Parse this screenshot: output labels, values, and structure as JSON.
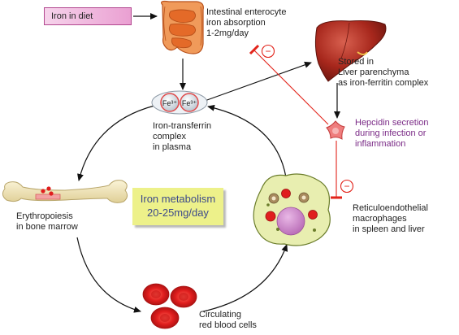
{
  "diet": {
    "label": "Iron in diet"
  },
  "intestine": {
    "label_lines": [
      "Intestinal enterocyte",
      "iron absorption",
      "1-2mg/day"
    ],
    "icon": "intestine-icon"
  },
  "liver": {
    "label_lines": [
      "Stored in",
      "Liver parenchyma",
      "as iron-ferritin complex"
    ],
    "icon": "liver-icon"
  },
  "transferrin": {
    "badge_left": "Fe³⁺",
    "badge_right": "Fe³⁺",
    "label_lines": [
      "Iron-transferrin",
      "complex",
      "in plasma"
    ]
  },
  "hepcidin": {
    "label_lines": [
      "Hepcidin secretion",
      "during infection or",
      "inflammation"
    ],
    "icon": "hepcidin-flower-icon",
    "inhibit_symbol": "−"
  },
  "erythropoiesis": {
    "label_lines": [
      "Erythropoiesis",
      "in bone marrow"
    ],
    "icon": "bone-icon"
  },
  "metabolism": {
    "line1": "Iron metabolism",
    "line2": "20-25mg/day"
  },
  "macrophages": {
    "label_lines": [
      "Reticuloendothelial",
      "macrophages",
      "in spleen and liver"
    ],
    "icon": "macrophage-icon"
  },
  "rbc": {
    "label_lines": [
      "Circulating",
      "red blood cells"
    ],
    "icon": "red-blood-cells-icon"
  },
  "colors": {
    "inhibition": "#e2231a",
    "arrow": "#111111",
    "hepcidin_text": "#7a2a86",
    "metabolism_text": "#3d4a8a",
    "metabolism_bg": "#edf18a",
    "liver": "#b02b1f",
    "intestine": "#e8702a",
    "rbc": "#e01e1e"
  }
}
